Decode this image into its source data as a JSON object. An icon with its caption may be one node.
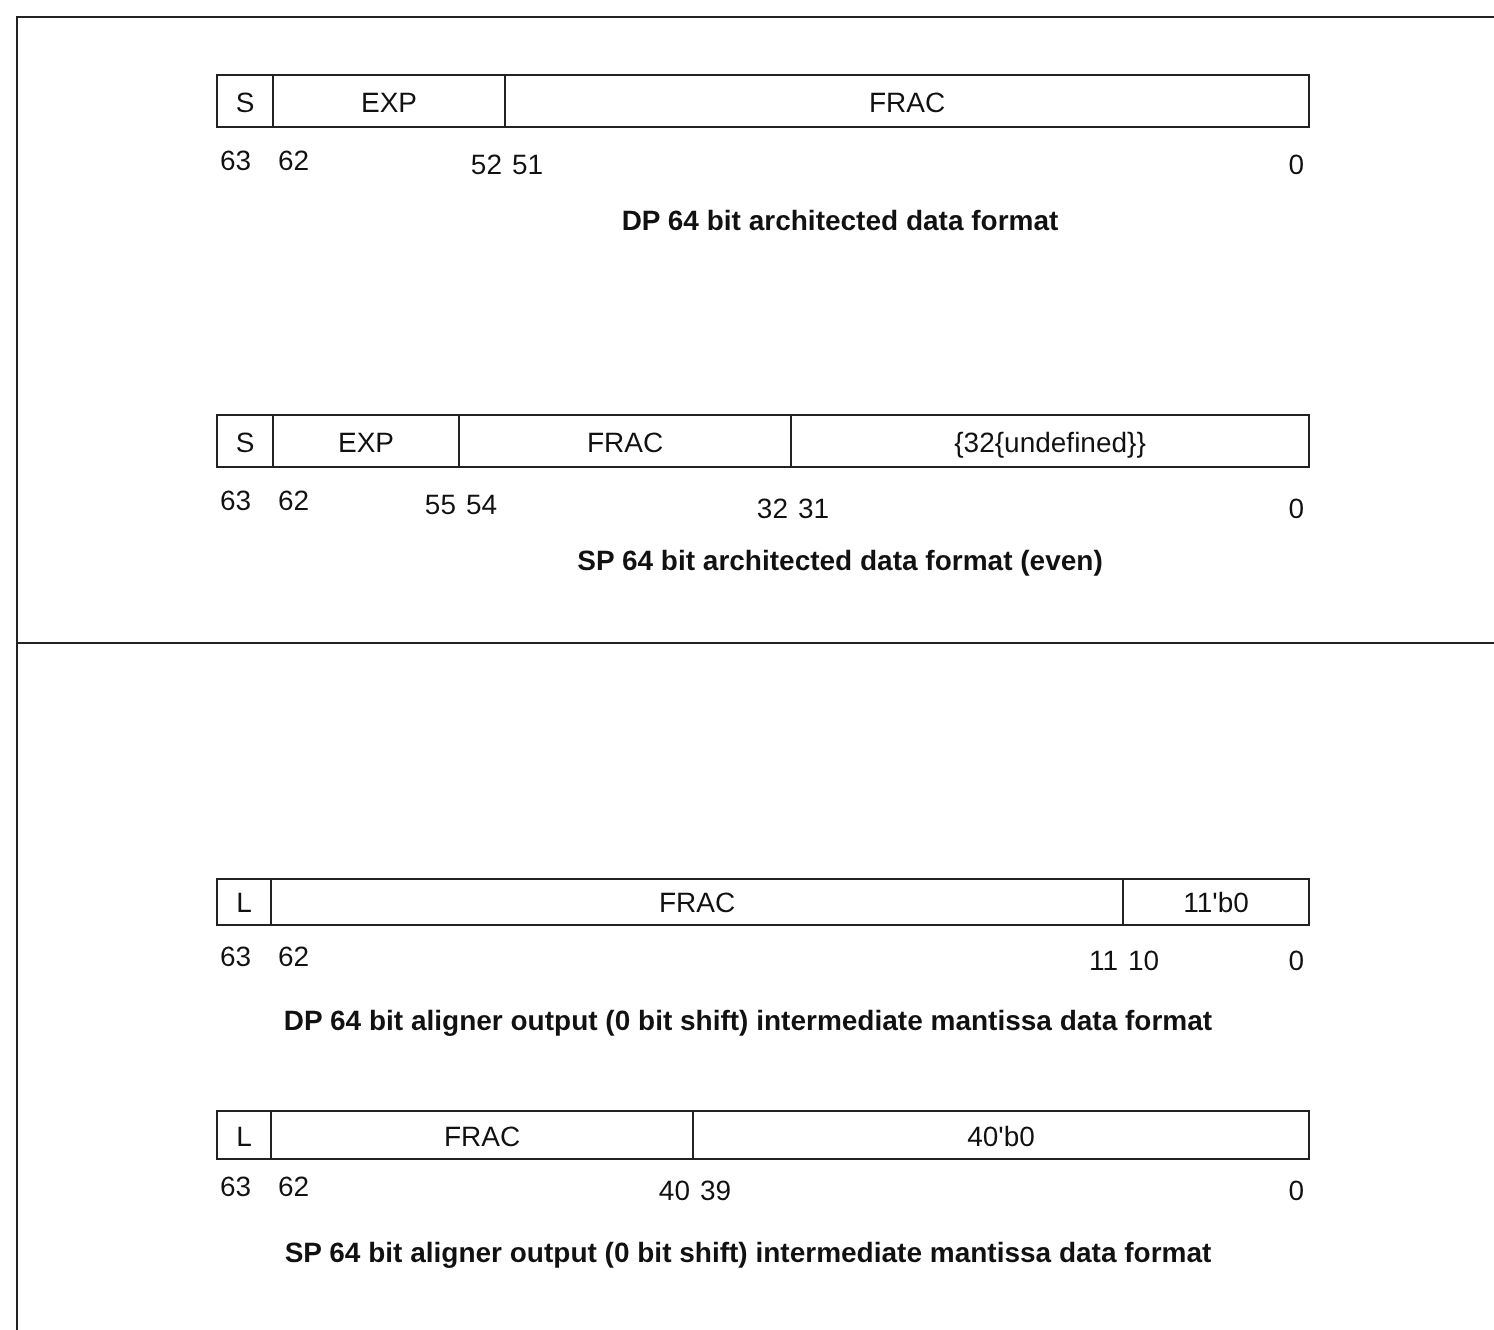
{
  "diagram": {
    "nodes": [
      {
        "text": [
          "S"
        ]
      },
      {
        "text": [
          "EXP"
        ]
      },
      {
        "text": [
          "FRAC"
        ]
      },
      {
        "text": [
          "S"
        ]
      },
      {
        "text": [
          "EXP"
        ]
      },
      {
        "text": [
          "FRAC"
        ]
      },
      {
        "text": [
          "{32{undefined}}"
        ]
      },
      {
        "text": [
          "L"
        ]
      },
      {
        "text": [
          "FRAC"
        ]
      },
      {
        "text": [
          "11'b0"
        ]
      },
      {
        "text": [
          "L"
        ]
      },
      {
        "text": [
          "FRAC"
        ]
      },
      {
        "text": [
          "40'b0"
        ]
      }
    ],
    "labels": [
      "63",
      "62",
      "52",
      "51",
      "0",
      "DP 64 bit architected data format",
      "63",
      "62",
      "55",
      "54",
      "32",
      "31",
      "0",
      "SP 64 bit architected data format (even)",
      "63",
      "62",
      "11",
      "10",
      "0",
      "DP 64 bit aligner output (0 bit shift) intermediate mantissa data format",
      "63",
      "62",
      "40",
      "39",
      "0",
      "SP 64 bit aligner output (0 bit shift) intermediate mantissa data format"
    ]
  }
}
